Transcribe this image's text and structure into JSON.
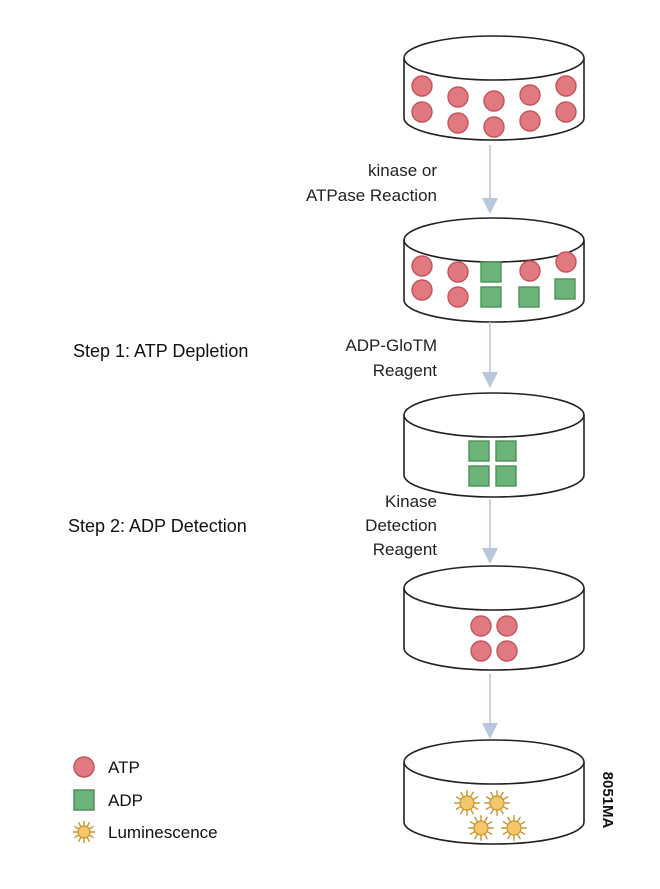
{
  "colors": {
    "atp": "#e07a80",
    "atp_stroke": "#c4545b",
    "adp": "#6cb37a",
    "adp_stroke": "#4d9159",
    "lum": "#f5c66a",
    "lum_stroke": "#c9932f",
    "dish_stroke": "#222222",
    "arrow": "#b9c7dc"
  },
  "arrows": [
    {
      "label_lines": [
        "kinase or",
        "ATPase Reaction"
      ]
    },
    {
      "label_lines": [
        "ADP-GloTM",
        "Reagent"
      ]
    },
    {
      "label_lines": [
        "Kinase",
        "Detection",
        "Reagent"
      ]
    },
    {
      "label_lines": []
    }
  ],
  "steps": {
    "step1": "Step 1: ATP Depletion",
    "step2": "Step 2: ADP Detection"
  },
  "legend": {
    "atp": "ATP",
    "adp": "ADP",
    "lum": "Luminescence"
  },
  "figure_code": "8051MA",
  "dishes": [
    {
      "atp": 10,
      "adp": 0,
      "luminescence": 0
    },
    {
      "atp": 6,
      "adp": 4,
      "luminescence": 0
    },
    {
      "atp": 0,
      "adp": 4,
      "luminescence": 0
    },
    {
      "atp": 4,
      "adp": 0,
      "luminescence": 0
    },
    {
      "atp": 0,
      "adp": 0,
      "luminescence": 4
    }
  ]
}
